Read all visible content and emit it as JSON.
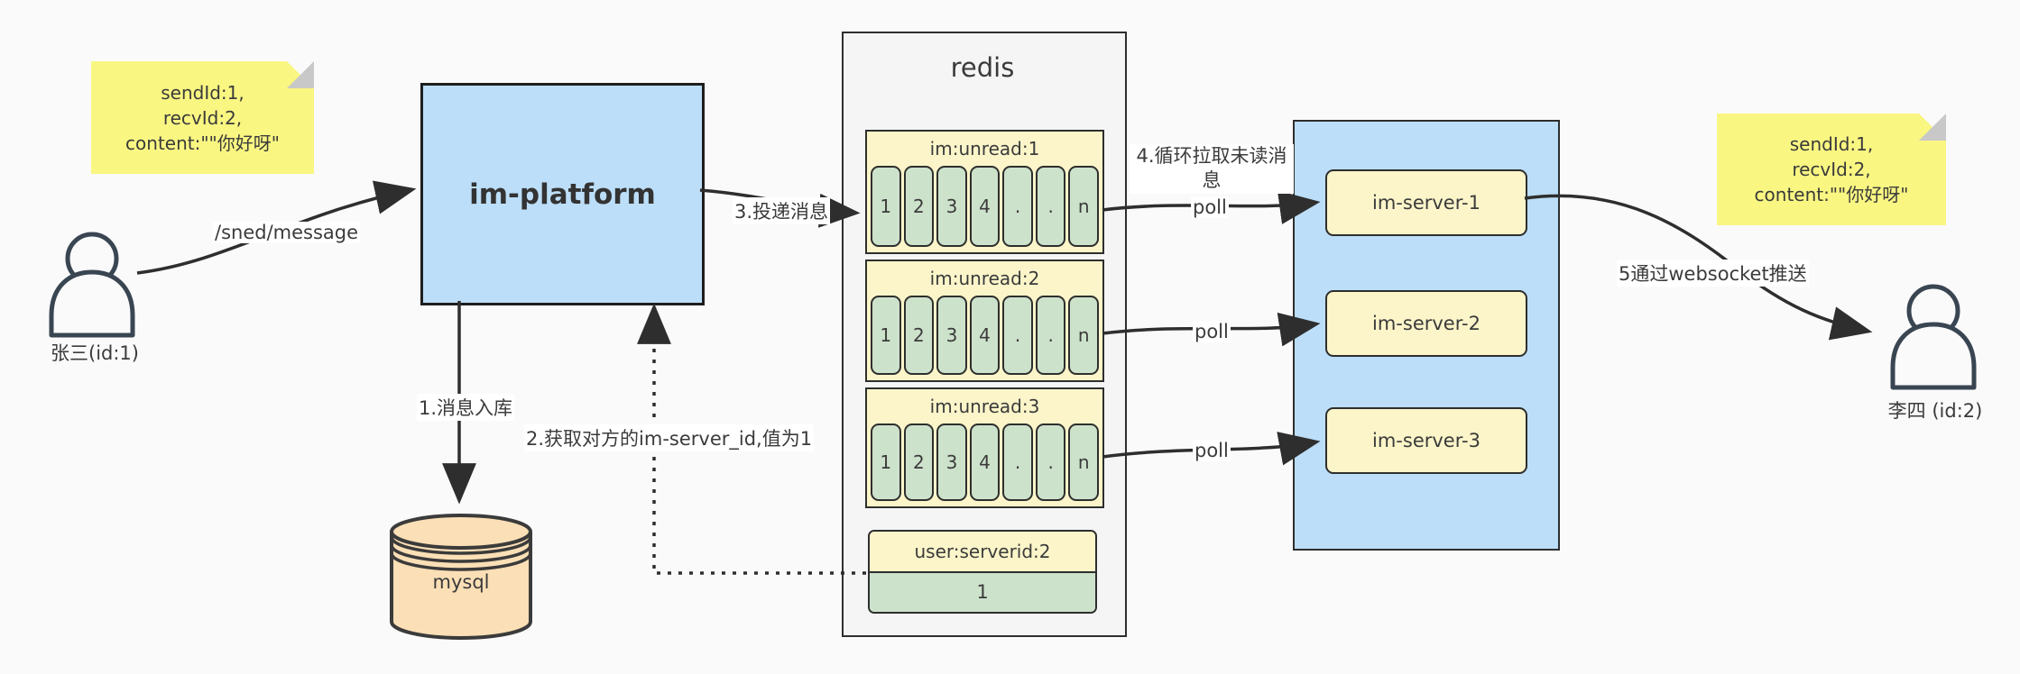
{
  "diagram": {
    "title_hint": "im message push architecture",
    "colors": {
      "background": "#fafafa",
      "stroke": "#2e2e2e",
      "platform_blue": "#bcdef8",
      "list_cream": "#fbf5c9",
      "cell_green": "#cde2cb",
      "mysql_orange": "#fbdfb6",
      "note_yellow": "#f9f682",
      "redis_gray": "#f5f5f5"
    },
    "sender": {
      "label": "张三(id:1)"
    },
    "receiver": {
      "label": "李四 (id:2)"
    },
    "sticky_left": {
      "text": "sendId:1,\nrecvId:2,\ncontent:\"\"你好呀\""
    },
    "sticky_right": {
      "text": "sendId:1,\nrecvId:2,\ncontent:\"\"你好呀\""
    },
    "im_platform": {
      "label": "im-platform"
    },
    "mysql": {
      "label": "mysql"
    },
    "redis": {
      "title": "redis",
      "lists": [
        {
          "header": "im:unread:1",
          "cells": [
            "1",
            "2",
            "3",
            "4",
            ".",
            ".",
            "n"
          ]
        },
        {
          "header": "im:unread:2",
          "cells": [
            "1",
            "2",
            "3",
            "4",
            ".",
            ".",
            "n"
          ]
        },
        {
          "header": "im:unread:3",
          "cells": [
            "1",
            "2",
            "3",
            "4",
            ".",
            ".",
            "n"
          ]
        }
      ],
      "kv": {
        "header": "user:serverid:2",
        "value": "1"
      }
    },
    "server_cluster": {
      "servers": [
        {
          "label": "im-server-1"
        },
        {
          "label": "im-server-2"
        },
        {
          "label": "im-server-3"
        }
      ]
    },
    "edges": {
      "send_message": "/sned/message",
      "step1": "1.消息入库",
      "step2": "2.获取对方的im-server_id,值为1",
      "step3": "3.投递消息",
      "step4": "4.循环拉取未读消息",
      "step5": "5通过websocket推送",
      "poll": "poll"
    }
  }
}
